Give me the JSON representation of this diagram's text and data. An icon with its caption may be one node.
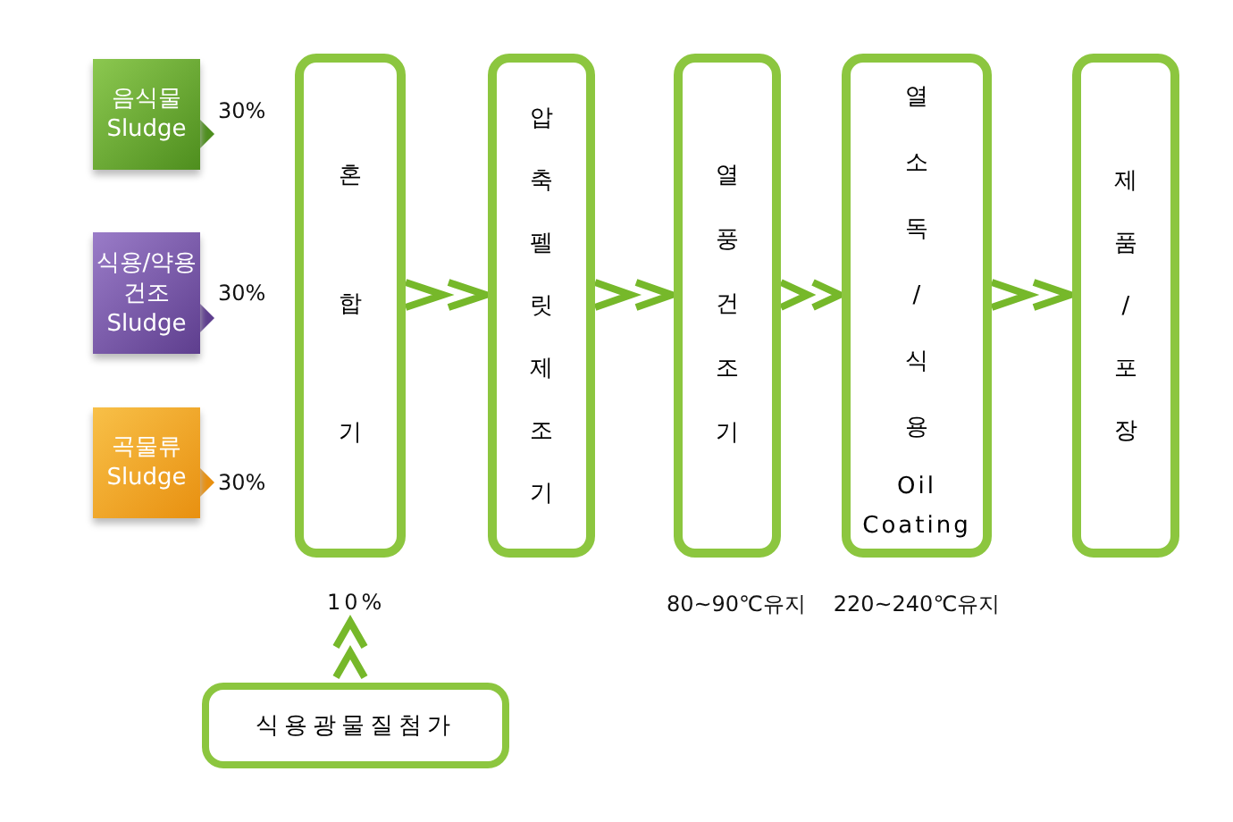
{
  "diagram": {
    "nodes": [
      {
        "text": [
          "음식물 Sludge"
        ],
        "beside": [
          "30%"
        ]
      },
      {
        "text": [
          "식용/약용 건조 Sludge"
        ],
        "beside": [
          "30%"
        ]
      },
      {
        "text": [
          "곡물류 Sludge"
        ],
        "beside": [
          "30%"
        ]
      },
      {
        "text": [
          "혼합기"
        ]
      },
      {
        "text": [
          "압축펠릿제조기"
        ]
      },
      {
        "text": [
          "열풍건조기"
        ],
        "beside": [
          "80~90℃유지"
        ]
      },
      {
        "text": [
          "열소독/식용",
          "Oil Coating"
        ],
        "beside": [
          "220~240℃유지"
        ]
      },
      {
        "text": [
          "제품/포장"
        ]
      },
      {
        "text": [
          "식용광물질첨가"
        ]
      }
    ],
    "edges": [
      {
        "from": 3,
        "to": 4,
        "arrow": "to"
      },
      {
        "from": 4,
        "to": 5,
        "arrow": "to"
      },
      {
        "from": 5,
        "to": 6,
        "arrow": "to"
      },
      {
        "from": 6,
        "to": 7,
        "arrow": "to"
      },
      {
        "from": 8,
        "to": 3,
        "arrow": "to",
        "label": "10%"
      }
    ]
  }
}
